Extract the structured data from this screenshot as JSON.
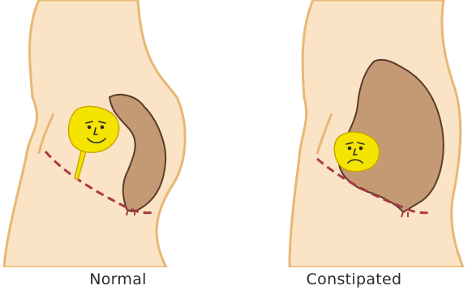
{
  "panels": [
    {
      "caption": "Normal",
      "state": "normal"
    },
    {
      "caption": "Constipated",
      "state": "constipated"
    }
  ],
  "colors": {
    "skin": "#fbe3c6",
    "outline": "#e8b774",
    "bladder": "#f5e400",
    "bladder_outline": "#c9a800",
    "bowel": "#c49a74",
    "bowel_outline": "#5a3c2a",
    "pelvic_floor": "#a83a42",
    "face": "#2a2a2a"
  }
}
